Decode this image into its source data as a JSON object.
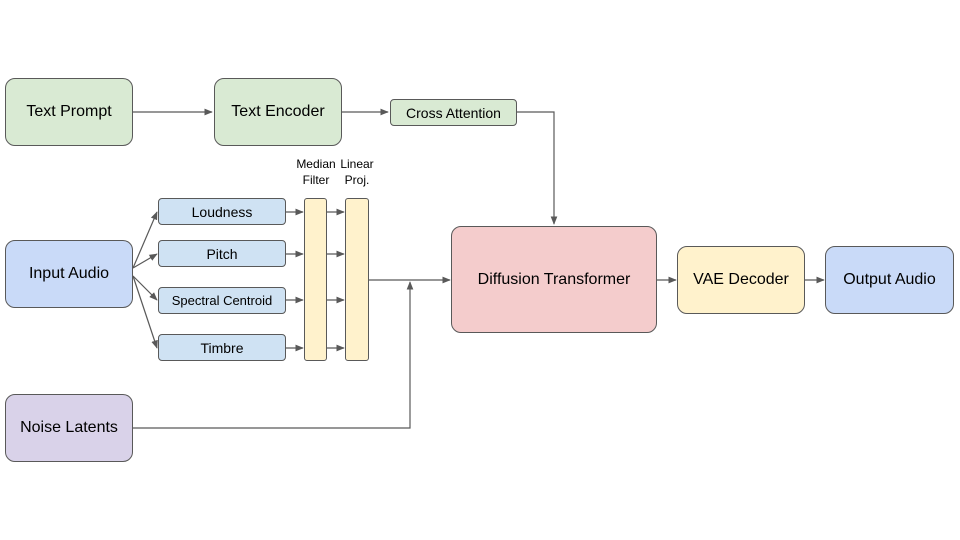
{
  "nodes": {
    "text_prompt": "Text Prompt",
    "text_encoder": "Text Encoder",
    "cross_attention": "Cross Attention",
    "input_audio": "Input Audio",
    "loudness": "Loudness",
    "pitch": "Pitch",
    "spectral_centroid": "Spectral Centroid",
    "timbre": "Timbre",
    "median_filter": "Median\nFilter",
    "linear_proj": "Linear\nProj.",
    "noise_latents": "Noise Latents",
    "diffusion_transformer": "Diffusion Transformer",
    "vae_decoder": "VAE Decoder",
    "output_audio": "Output Audio"
  },
  "colors": {
    "text_nodes": "#d9ead3",
    "audio_nodes": "#c9daf8",
    "feature_nodes": "#cfe2f3",
    "noise_node": "#d9d2e9",
    "transformer_node": "#f4cccc",
    "processing_nodes": "#fff2cc",
    "stroke": "#595959"
  }
}
